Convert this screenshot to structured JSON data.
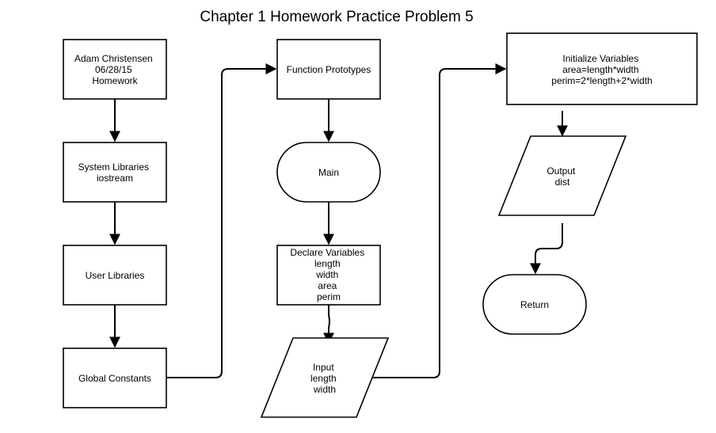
{
  "title": "Chapter 1 Homework Practice Problem 5",
  "nodes": {
    "header_box": [
      "Adam Christensen",
      "06/28/15",
      "Homework"
    ],
    "system_libraries": [
      "System Libraries",
      "iostream"
    ],
    "user_libraries": [
      "User Libraries"
    ],
    "global_constants": [
      "Global Constants"
    ],
    "function_prototypes": [
      "Function Prototypes"
    ],
    "main": [
      "Main"
    ],
    "declare_variables": [
      "Declare Variables",
      "length",
      "width",
      "area",
      "perim"
    ],
    "input": [
      "Input",
      "length",
      "width"
    ],
    "initialize_variables": [
      "Initialize Variables",
      "area=length*width",
      "perim=2*length+2*width"
    ],
    "output": [
      "Output",
      "dist"
    ],
    "return": [
      "Return"
    ]
  },
  "edges": [
    [
      "header_box",
      "system_libraries"
    ],
    [
      "system_libraries",
      "user_libraries"
    ],
    [
      "user_libraries",
      "global_constants"
    ],
    [
      "global_constants",
      "function_prototypes"
    ],
    [
      "function_prototypes",
      "main"
    ],
    [
      "main",
      "declare_variables"
    ],
    [
      "declare_variables",
      "input"
    ],
    [
      "input",
      "initialize_variables"
    ],
    [
      "initialize_variables",
      "output"
    ],
    [
      "output",
      "return"
    ]
  ]
}
